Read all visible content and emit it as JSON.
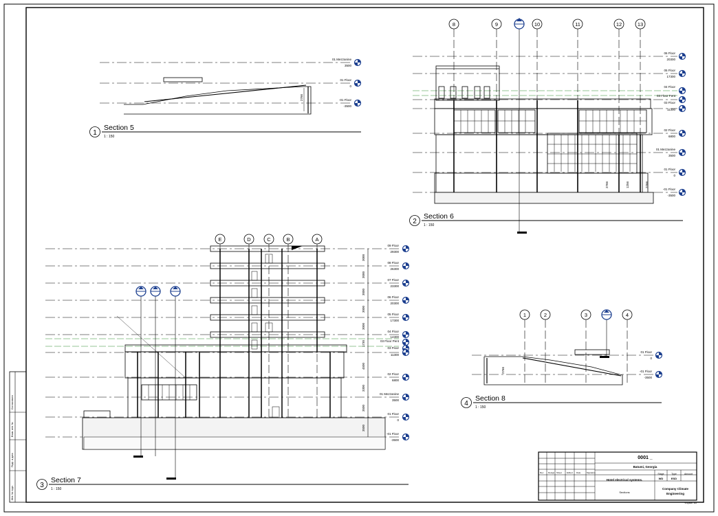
{
  "sheet": {
    "number": "0001 _",
    "location": "Batumi, Georgia",
    "project": "Hotel electrical systems.",
    "sheet_name": "Sections",
    "company": [
      "Company Climate",
      "Engineering"
    ],
    "table_headers": [
      "Stage",
      "Type",
      "Amount"
    ],
    "table_values": [
      "WD",
      "ESD",
      ""
    ],
    "revision_headers": [
      "Rev",
      "Design",
      "Sheet",
      "Edited",
      "Date",
      "Signature"
    ],
    "footer": "Формат А3"
  },
  "views": {
    "s5": {
      "num": "1",
      "title": "Section 5",
      "scale": "1 : 150",
      "levels": [
        {
          "name": "01 Mezzanine",
          "elev": "3500"
        },
        {
          "name": "01 Floor",
          "elev": "0"
        },
        {
          "name": "-01 Floor",
          "elev": "-3500"
        }
      ],
      "dims": [
        "2766"
      ]
    },
    "s6": {
      "num": "2",
      "title": "Section 6",
      "scale": "1 : 150",
      "grids": [
        "8",
        "9",
        "10",
        "11",
        "12",
        "13"
      ],
      "levels": [
        {
          "name": "06 Floor",
          "elev": "20300"
        },
        {
          "name": "05 Floor",
          "elev": "17300"
        },
        {
          "name": "04 Floor",
          "elev": "14300"
        },
        {
          "name": "03 Floor Pent",
          "elev": ""
        },
        {
          "name": "03 Floor",
          "elev": "12570"
        },
        {
          "name": "",
          "elev": "11300"
        },
        {
          "name": "02 Floor",
          "elev": "6800"
        },
        {
          "name": "01 Mezzanine",
          "elev": "3500"
        },
        {
          "name": "01 Floor",
          "elev": "0"
        },
        {
          "name": "-01 Floor",
          "elev": "-3500"
        }
      ],
      "dims": [
        "2766",
        "1256",
        "2766"
      ]
    },
    "s7": {
      "num": "3",
      "title": "Section 7",
      "scale": "1 : 150",
      "grids": [
        "E",
        "D",
        "C",
        "B",
        "A"
      ],
      "levels": [
        {
          "name": "09 Floor",
          "elev": "29300"
        },
        {
          "name": "08 Floor",
          "elev": "26300"
        },
        {
          "name": "07 Floor",
          "elev": "23300"
        },
        {
          "name": "06 Floor",
          "elev": "20300"
        },
        {
          "name": "05 Floor",
          "elev": "17300"
        },
        {
          "name": "04 Floor",
          "elev": "14300"
        },
        {
          "name": "03 Floor Pent",
          "elev": ""
        },
        {
          "name": "03 Floor",
          "elev": "12570"
        },
        {
          "name": "",
          "elev": "11300"
        },
        {
          "name": "02 Floor",
          "elev": "6800"
        },
        {
          "name": "01 Mezzanine",
          "elev": "3500"
        },
        {
          "name": "01 Floor",
          "elev": "0"
        },
        {
          "name": "-01 Floor",
          "elev": "-3500"
        }
      ],
      "dims": [
        "3000",
        "3000",
        "3000",
        "3000",
        "3000",
        "1730",
        "4500",
        "3300",
        "3500",
        "3500"
      ]
    },
    "s8": {
      "num": "4",
      "title": "Section 8",
      "scale": "1 : 150",
      "grids": [
        "1",
        "2",
        "3",
        "4"
      ],
      "levels": [
        {
          "name": "01 Floor",
          "elev": "0"
        },
        {
          "name": "-01 Floor",
          "elev": "-3500"
        }
      ],
      "dims": [
        "2766"
      ]
    }
  },
  "left_stamp_labels": [
    "Инв. № подл.",
    "Подп. и дата",
    "Взам. инв. №",
    "Согласовано"
  ]
}
